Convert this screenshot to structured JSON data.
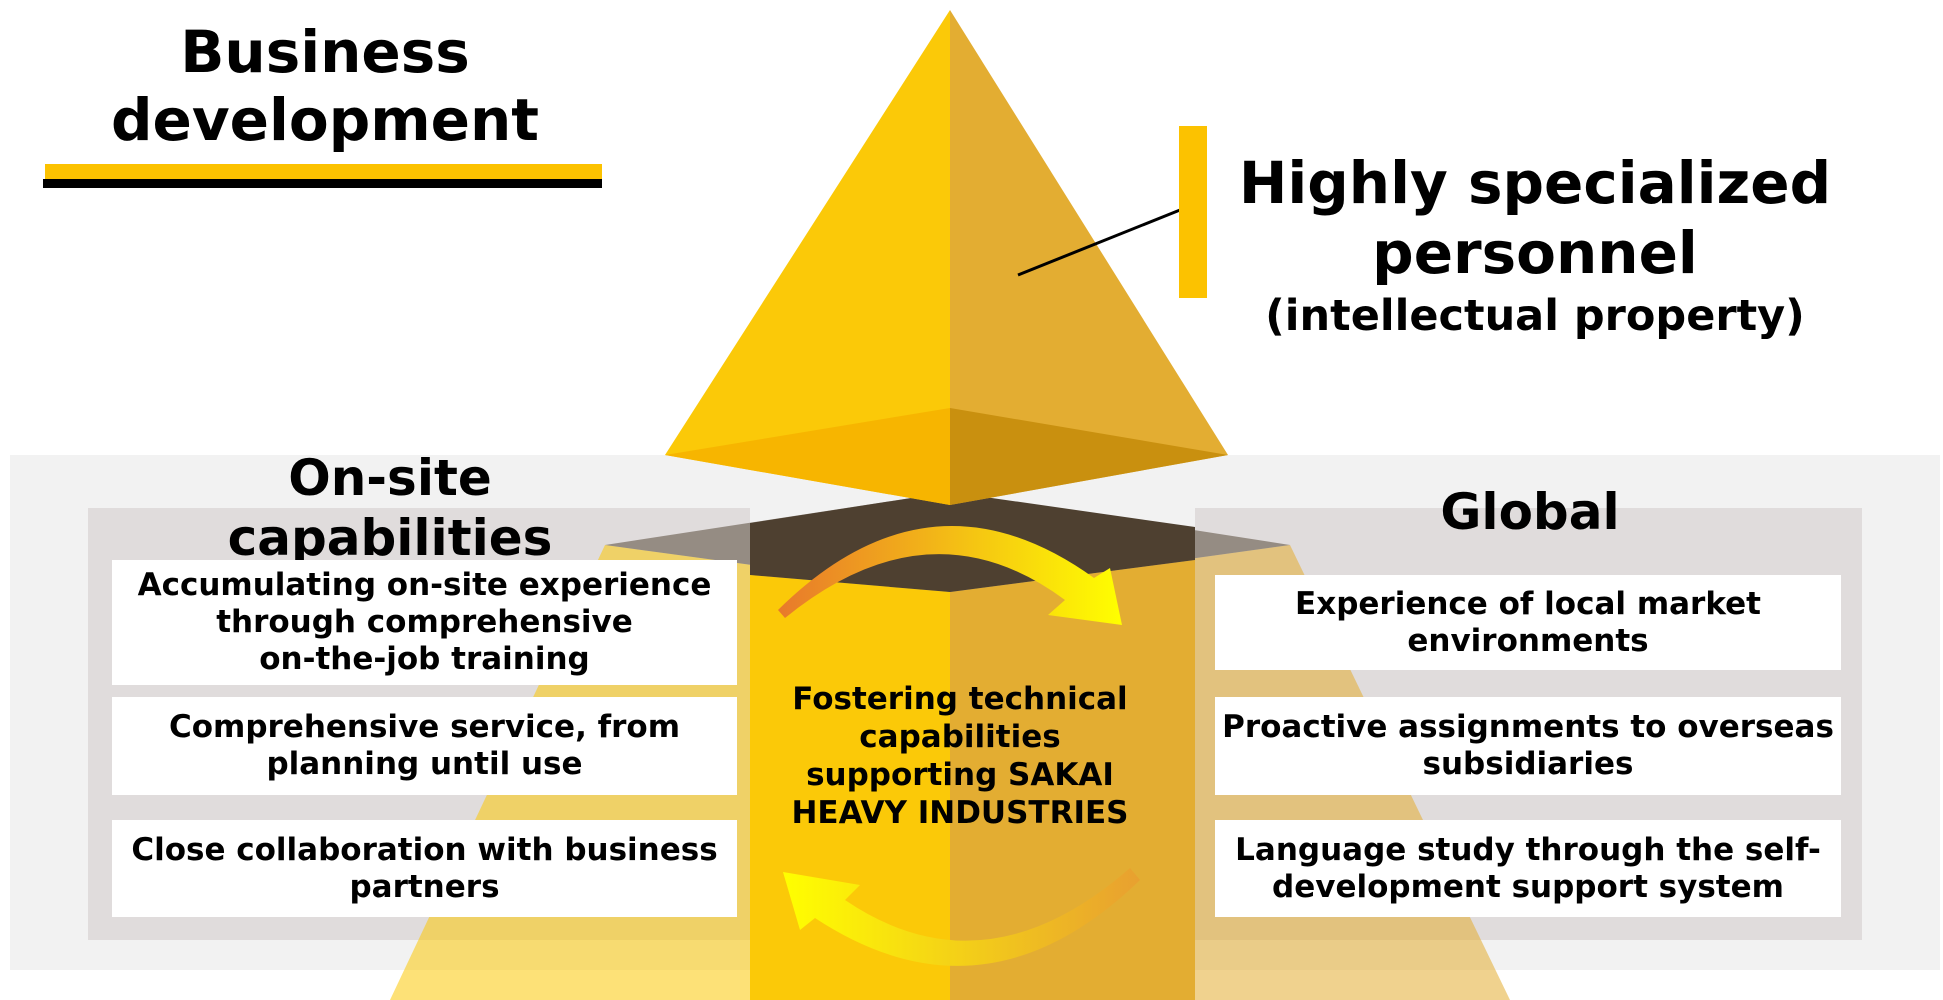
{
  "diagram": {
    "title": "Business development",
    "apex": {
      "title": "Highly specialized personnel",
      "subtitle": "(intellectual property)"
    },
    "left": {
      "heading": "On-site capabilities",
      "items": [
        [
          "Accumulating on-site experience",
          "through comprehensive",
          "on-the-job training"
        ],
        [
          "Comprehensive service, from",
          "planning until use"
        ],
        [
          "Close collaboration with business",
          "partners"
        ]
      ]
    },
    "right": {
      "heading": "Global",
      "items": [
        [
          "Experience of local market",
          "environments"
        ],
        [
          "Proactive assignments to overseas",
          "subsidiaries"
        ],
        [
          "Language study through the self-",
          "development support system"
        ]
      ]
    },
    "center": [
      "Fostering technical",
      "capabilities",
      "supporting SAKAI",
      "HEAVY INDUSTRIES"
    ]
  },
  "colors": {
    "yellow": "#fcc200",
    "pyramid_light": "#fbc908",
    "pyramid_dark": "#e3ad32",
    "panel_gray": "#f2f2f2",
    "box_gray": "#e0dcdc"
  }
}
